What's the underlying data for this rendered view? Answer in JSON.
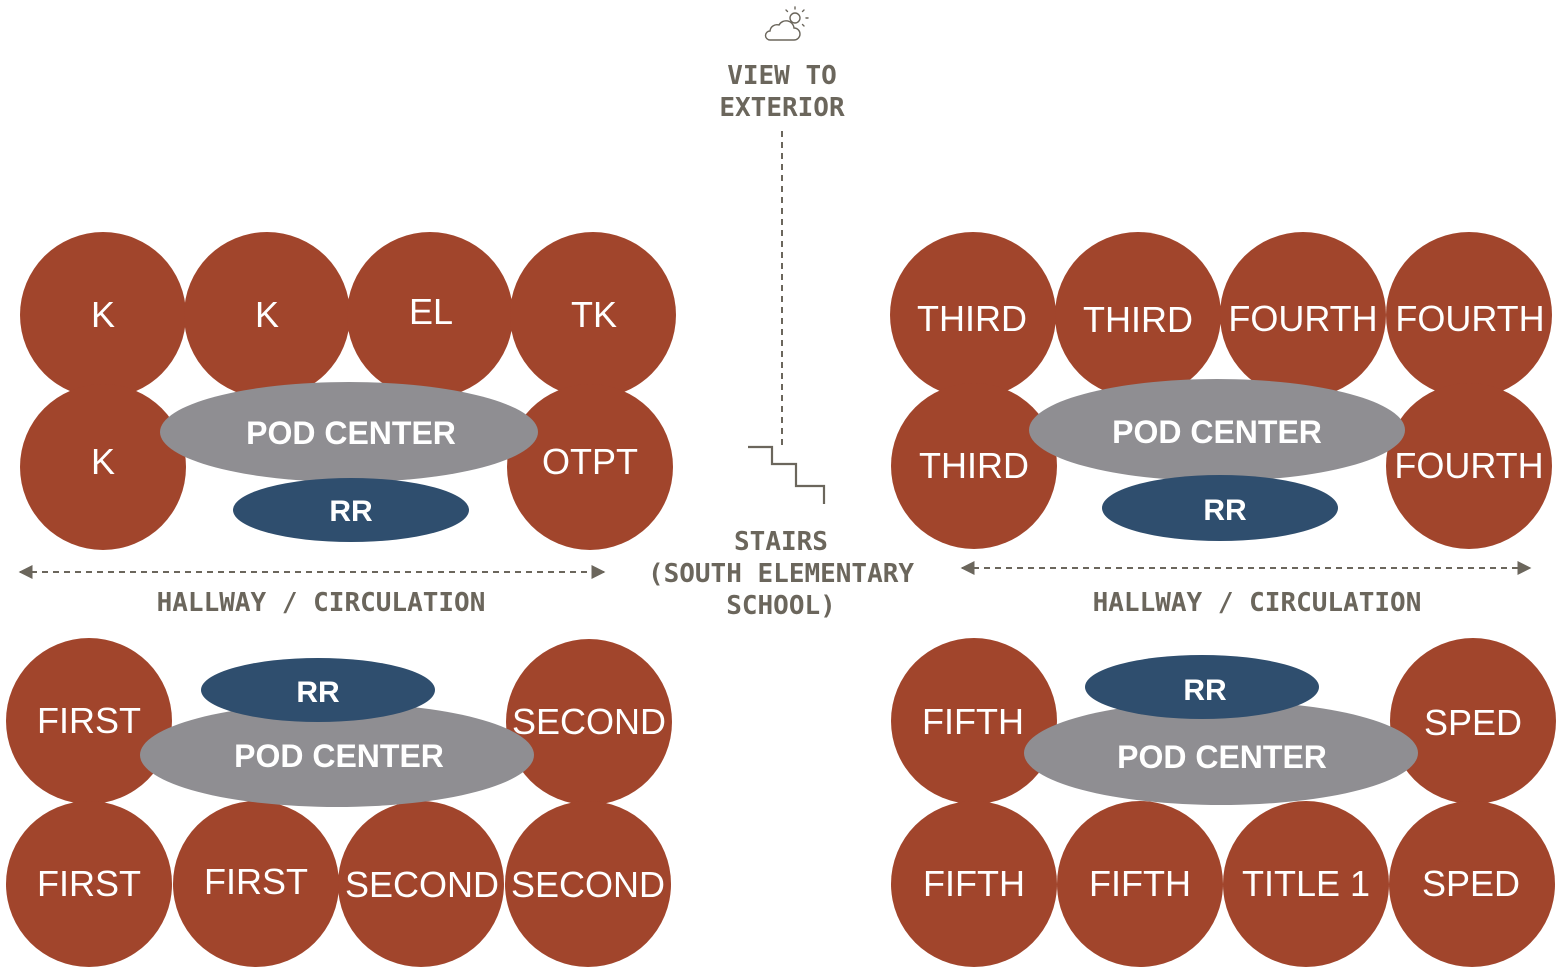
{
  "colors": {
    "room": "#a1452c",
    "pod": "#8f8e92",
    "rr": "#2f4e6e",
    "annotation": "#6b665c"
  },
  "exterior": {
    "icon": "cloud-sun-icon",
    "line1": "VIEW TO",
    "line2": "EXTERIOR"
  },
  "stairs": {
    "icon": "stairs-icon",
    "line1": "STAIRS",
    "line2": "(SOUTH ELEMENTARY",
    "line3": "SCHOOL)"
  },
  "hallways": {
    "left": "HALLWAY / CIRCULATION",
    "right": "HALLWAY / CIRCULATION"
  },
  "pods": {
    "top_left": {
      "center": "POD CENTER",
      "rr": "RR",
      "rooms": [
        "K",
        "K",
        "EL",
        "TK",
        "K",
        "OTPT"
      ]
    },
    "top_right": {
      "center": "POD CENTER",
      "rr": "RR",
      "rooms": [
        "THIRD",
        "THIRD",
        "FOURTH",
        "FOURTH",
        "THIRD",
        "FOURTH"
      ]
    },
    "bottom_left": {
      "center": "POD CENTER",
      "rr": "RR",
      "rooms": [
        "FIRST",
        "SECOND",
        "FIRST",
        "FIRST",
        "SECOND",
        "SECOND"
      ]
    },
    "bottom_right": {
      "center": "POD CENTER",
      "rr": "RR",
      "rooms": [
        "FIFTH",
        "SPED",
        "FIFTH",
        "FIFTH",
        "TITLE 1",
        "SPED"
      ]
    }
  }
}
